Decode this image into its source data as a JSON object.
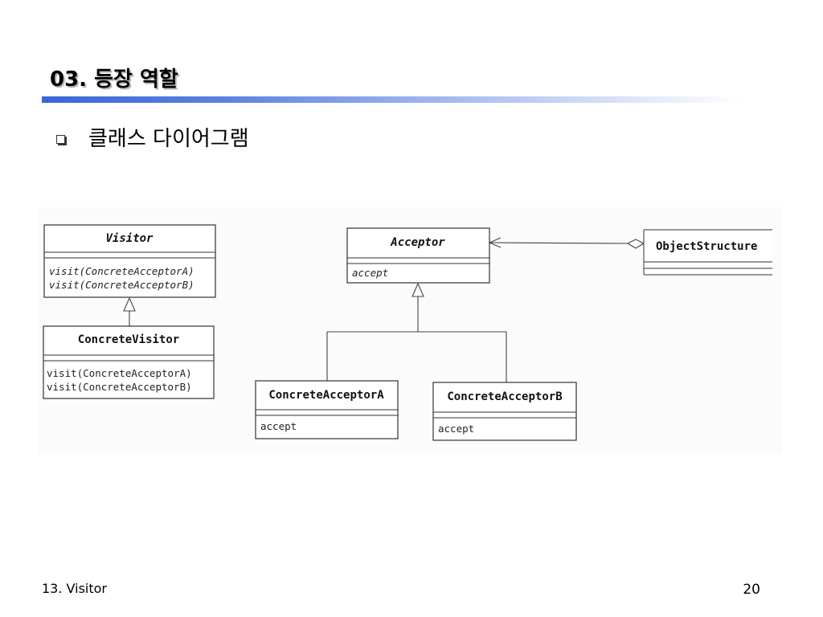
{
  "slide": {
    "title": "03. 등장 역할",
    "bullet": "클래스 다이어그램",
    "footer_left": "13. Visitor",
    "page_number": "20"
  },
  "diagram": {
    "classes": {
      "visitor": {
        "name": "Visitor",
        "operations": [
          "visit(ConcreteAcceptorA)",
          "visit(ConcreteAcceptorB)"
        ]
      },
      "concrete_visitor": {
        "name": "ConcreteVisitor",
        "operations": [
          "visit(ConcreteAcceptorA)",
          "visit(ConcreteAcceptorB)"
        ]
      },
      "acceptor": {
        "name": "Acceptor",
        "operations": [
          "accept"
        ]
      },
      "object_structure": {
        "name": "ObjectStructure",
        "operations": []
      },
      "concrete_acceptor_a": {
        "name": "ConcreteAcceptorA",
        "operations": [
          "accept"
        ]
      },
      "concrete_acceptor_b": {
        "name": "ConcreteAcceptorB",
        "operations": [
          "accept"
        ]
      }
    },
    "relations": [
      {
        "type": "generalization",
        "from": "concrete_visitor",
        "to": "visitor"
      },
      {
        "type": "generalization",
        "from": "concrete_acceptor_a",
        "to": "acceptor"
      },
      {
        "type": "generalization",
        "from": "concrete_acceptor_b",
        "to": "acceptor"
      },
      {
        "type": "aggregation",
        "from": "object_structure",
        "to": "acceptor"
      }
    ]
  },
  "colors": {
    "title_bar_start": "#3a66d6",
    "title_bar_end": "#ffffff"
  }
}
